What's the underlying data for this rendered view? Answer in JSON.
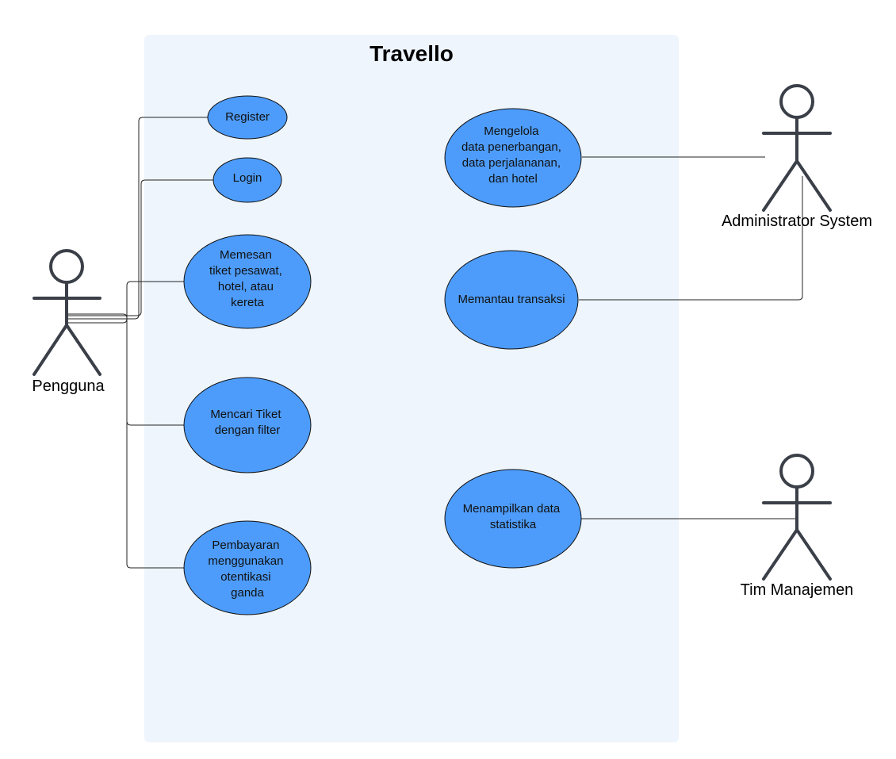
{
  "system": {
    "title": "Travello",
    "colors": {
      "boundary_fill": "#eef5fd",
      "usecase_fill": "#4d9cfb",
      "actor_stroke": "#3a3f48",
      "line": "#222222"
    }
  },
  "actors": [
    {
      "id": "pengguna",
      "label": "Pengguna"
    },
    {
      "id": "admin",
      "label": "Administrator System"
    },
    {
      "id": "manajemen",
      "label": "Tim Manajemen"
    }
  ],
  "use_cases": [
    {
      "id": "register",
      "lines": [
        "Register"
      ]
    },
    {
      "id": "login",
      "lines": [
        "Login"
      ]
    },
    {
      "id": "memesan",
      "lines": [
        "Memesan",
        "tiket pesawat,",
        "hotel, atau",
        "kereta"
      ]
    },
    {
      "id": "mencari",
      "lines": [
        "Mencari Tiket",
        "dengan filter"
      ]
    },
    {
      "id": "pembayaran",
      "lines": [
        "Pembayaran",
        "menggunakan",
        "otentikasi",
        "ganda"
      ]
    },
    {
      "id": "mengelola",
      "lines": [
        "Mengelola",
        "data penerbangan,",
        "data perjalananan,",
        "dan hotel"
      ]
    },
    {
      "id": "memantau",
      "lines": [
        "Memantau transaksi"
      ]
    },
    {
      "id": "menampilkan",
      "lines": [
        "Menampilkan data",
        "statistika"
      ]
    }
  ],
  "associations": [
    {
      "from": "pengguna",
      "to": "register"
    },
    {
      "from": "pengguna",
      "to": "login"
    },
    {
      "from": "pengguna",
      "to": "memesan"
    },
    {
      "from": "pengguna",
      "to": "mencari"
    },
    {
      "from": "pengguna",
      "to": "pembayaran"
    },
    {
      "from": "admin",
      "to": "mengelola"
    },
    {
      "from": "admin",
      "to": "memantau"
    },
    {
      "from": "manajemen",
      "to": "menampilkan"
    }
  ]
}
